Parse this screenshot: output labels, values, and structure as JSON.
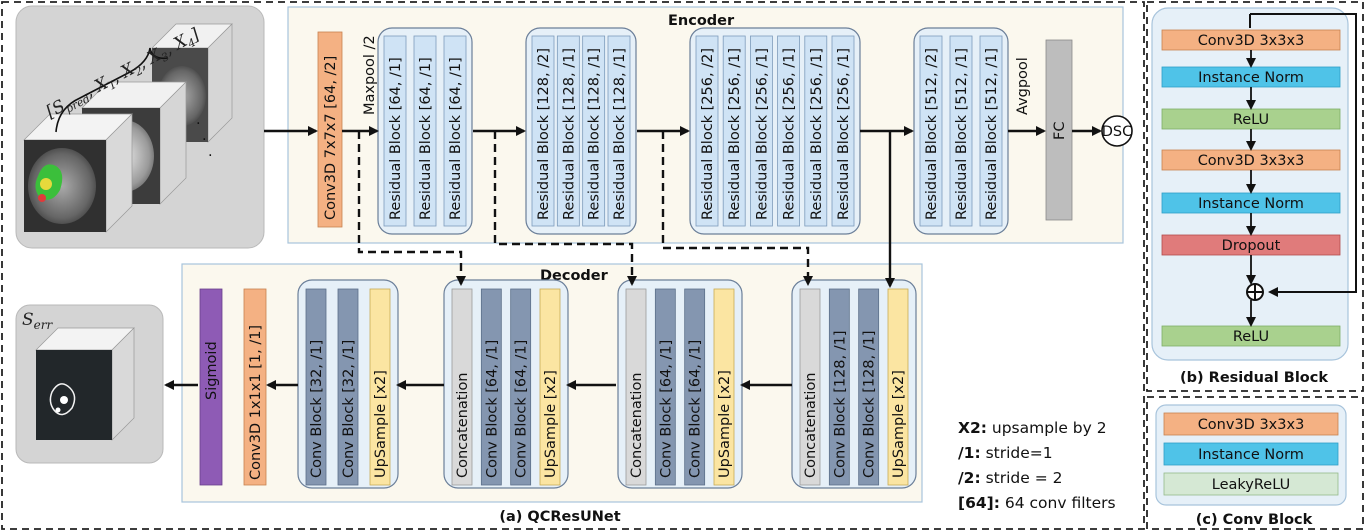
{
  "encoder": {
    "title": "Encoder",
    "conv": "Conv3D 7x7x7 [64, /2]",
    "maxpool": "Maxpool /2",
    "stage1": [
      "Residual Block [64, /1]",
      "Residual Block [64, /1]",
      "Residual Block [64, /1]"
    ],
    "stage2": [
      "Residual Block [128, /2]",
      "Residual Block [128, /1]",
      "Residual Block [128, /1]",
      "Residual Block [128, /1]"
    ],
    "stage3": [
      "Residual Block [256, /2]",
      "Residual Block [256, /1]",
      "Residual Block [256, /1]",
      "Residual Block [256, /1]",
      "Residual Block [256, /1]",
      "Residual Block [256, /1]"
    ],
    "stage4": [
      "Residual Block [512, /2]",
      "Residual Block [512, /1]",
      "Residual Block [512, /1]"
    ],
    "avgpool": "Avgpool",
    "fc": "FC",
    "output": "DSC"
  },
  "decoder": {
    "title": "Decoder",
    "block4": [
      "Concatenation",
      "Conv Block [128, /1]",
      "Conv Block [128, /1]",
      "UpSample [x2]"
    ],
    "block3": [
      "Concatenation",
      "Conv Block [64, /1]",
      "Conv Block [64, /1]",
      "UpSample [x2]"
    ],
    "block2": [
      "Concatenation",
      "Conv Block [64, /1]",
      "Conv Block [64, /1]",
      "UpSample [x2]"
    ],
    "block1": [
      "Conv Block [32, /1]",
      "Conv Block [32, /1]",
      "UpSample [x2]"
    ],
    "final_conv": "Conv3D 1x1x1 [1, /1]",
    "sigmoid": "Sigmoid"
  },
  "input": {
    "label_parts": [
      "[S",
      "pred",
      ", X",
      "1",
      ", X",
      "2",
      ", X",
      "3",
      ", X",
      "4",
      "]"
    ]
  },
  "output_image": {
    "label_base": "S",
    "label_sub": "err"
  },
  "legend": [
    {
      "key": "X2:",
      "text": " upsample by 2"
    },
    {
      "key": "/1:",
      "text": " stride=1"
    },
    {
      "key": "/2:",
      "text": " stride = 2"
    },
    {
      "key": "[64]:",
      "text": " 64 conv filters"
    }
  ],
  "captions": {
    "a": "(a) QCResUNet",
    "b": "(b) Residual Block",
    "c": "(c) Conv Block"
  },
  "residual_block": [
    "Conv3D 3x3x3",
    "Instance Norm",
    "ReLU",
    "Conv3D 3x3x3",
    "Instance Norm",
    "Dropout",
    "ReLU"
  ],
  "conv_block": [
    "Conv3D 3x3x3",
    "Instance Norm",
    "LeakyReLU"
  ],
  "colors": {
    "conv": "#f4b183",
    "norm": "#4fc3e8",
    "relu": "#a9d18e",
    "dropout": "#e07b7b",
    "leaky": "#d5e8d4",
    "residual": "#cfe3f5",
    "convblock": "#8496b0",
    "concat": "#d9d9d9",
    "upsample": "#fbe5a2",
    "sigmoid": "#8e5bb5",
    "fc": "#bdbdbd",
    "panel": "#fbf8ee",
    "group": "#e6f0f8"
  }
}
